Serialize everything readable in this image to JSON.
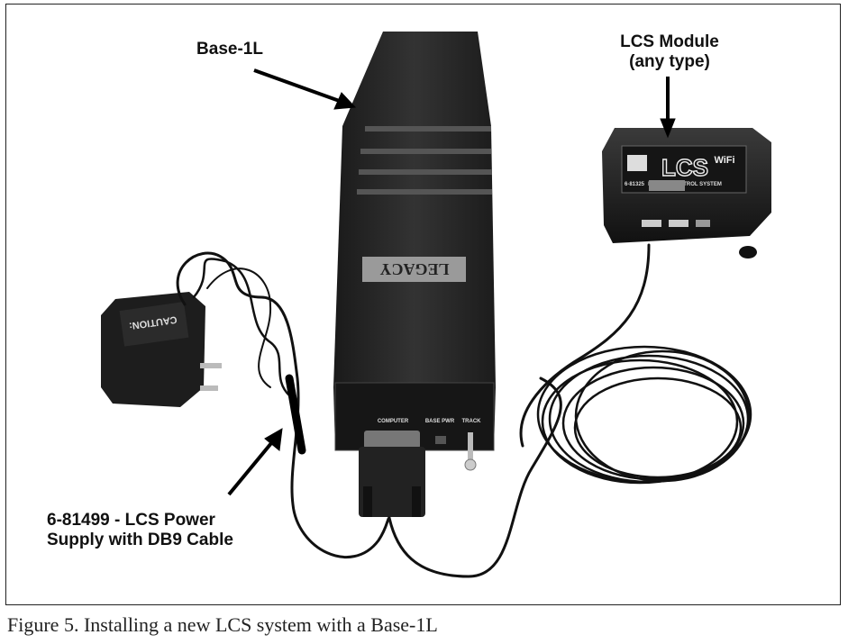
{
  "labels": {
    "base": "Base-1L",
    "lcs_module_line1": "LCS Module",
    "lcs_module_line2": "(any type)",
    "power_supply_line1": "6-81499 - LCS Power",
    "power_supply_line2": "Supply with DB9 Cable"
  },
  "device_text": {
    "legacy": "LEGACY",
    "computer": "COMPUTER",
    "base_pwr": "BASE PWR",
    "track": "TRACK",
    "caution": "CAUTION:",
    "lcs": "LCS",
    "wifi": "WiFi",
    "layout_control_system": "LAYOUT CONTROL SYSTEM",
    "part_number": "6-81325"
  },
  "caption": "Figure 5. Installing a new LCS system with a Base-1L"
}
